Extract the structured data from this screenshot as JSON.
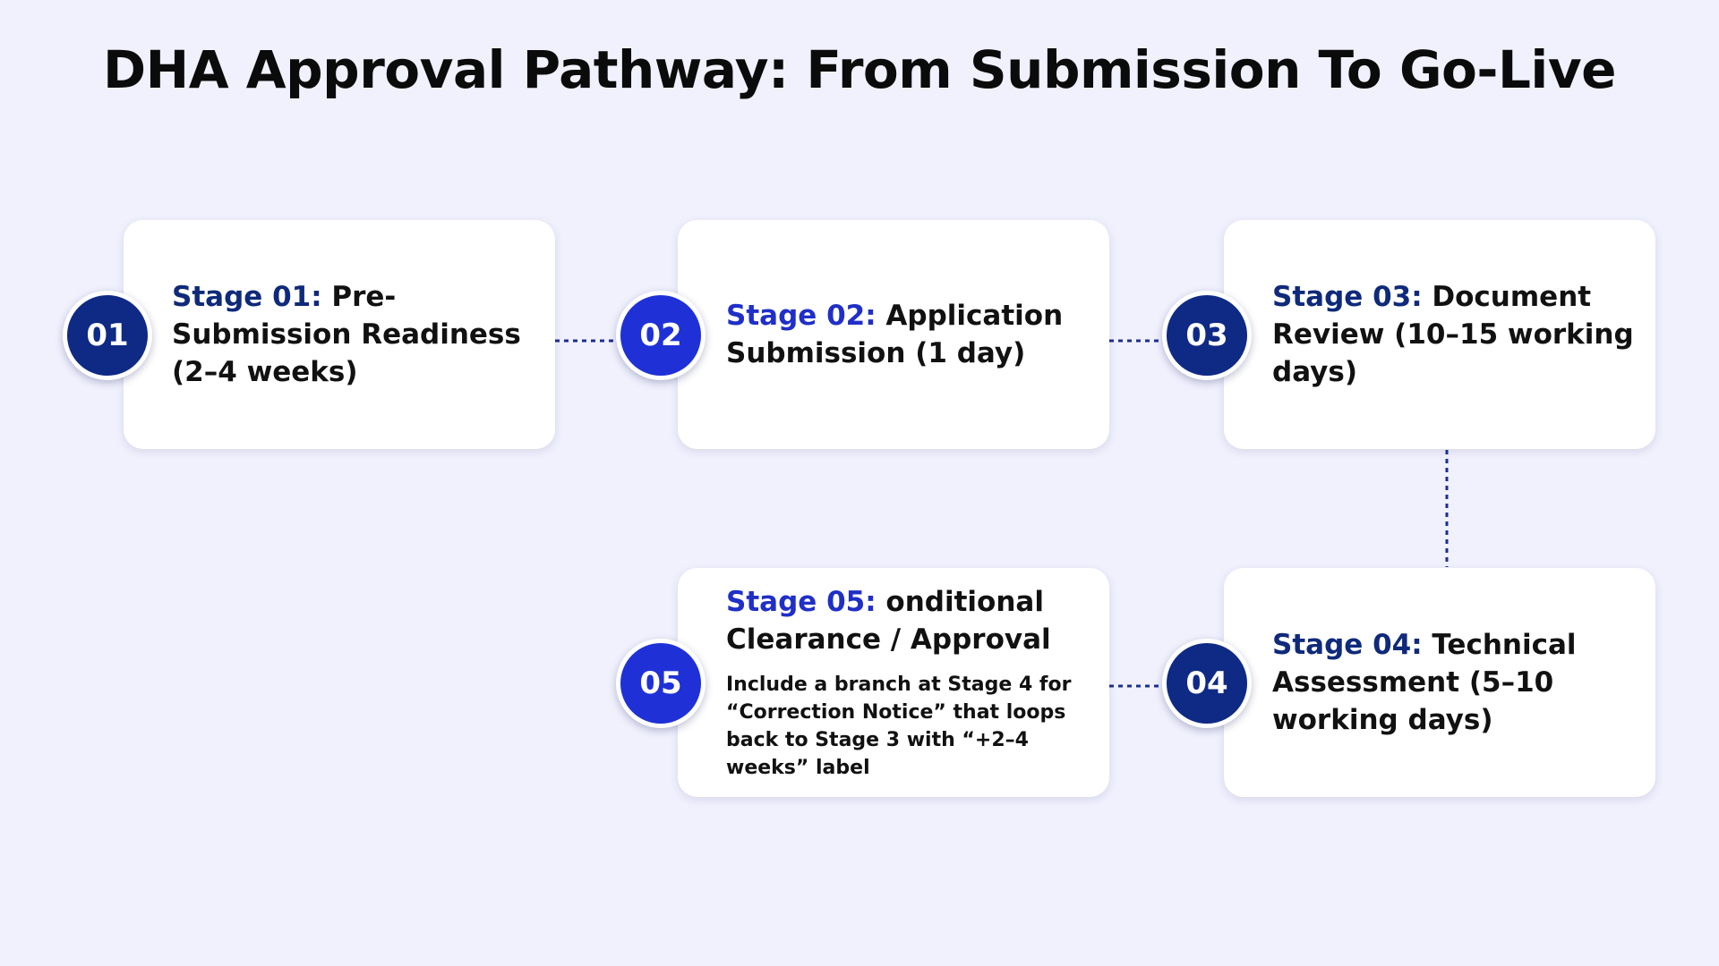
{
  "title": "DHA Approval Pathway: From Submission To Go-Live",
  "colors": {
    "background": "#f0f1fd",
    "badge_navy": "#0f2a85",
    "badge_blue": "#1f31d6",
    "connector": "#1c2f8f"
  },
  "stages": [
    {
      "number": "01",
      "label": "Stage 01:",
      "text": " Pre-Submission Readiness (2–4 weeks)"
    },
    {
      "number": "02",
      "label": "Stage 02:",
      "text": " Application Submission (1 day)"
    },
    {
      "number": "03",
      "label": "Stage 03:",
      "text": " Document Review (10–15 working days)"
    },
    {
      "number": "04",
      "label": "Stage 04:",
      "text": " Technical Assessment (5–10 working days)"
    },
    {
      "number": "05",
      "label": "Stage 05:",
      "text": " onditional Clearance / Approval",
      "note": "Include a branch at Stage 4 for “Correction Notice” that loops back to Stage 3 with “+2–4 weeks” label"
    }
  ]
}
